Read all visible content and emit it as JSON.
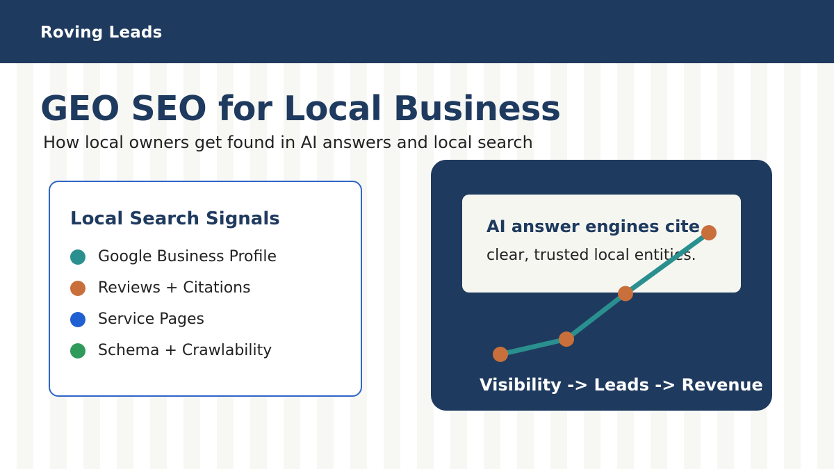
{
  "header": {
    "brand": "Roving Leads",
    "bg_color": "#1f3a5f"
  },
  "hero": {
    "title": "GEO SEO for Local Business",
    "subtitle": "How local owners get found in AI answers and local search"
  },
  "signals": {
    "title": "Local Search Signals",
    "items": [
      {
        "label": "Google Business Profile",
        "color": "#2a8f8f"
      },
      {
        "label": "Reviews + Citations",
        "color": "#c96f3b"
      },
      {
        "label": "Service Pages",
        "color": "#1f5fd1"
      },
      {
        "label": "Schema + Crawlability",
        "color": "#2f9a5a"
      }
    ]
  },
  "ai_panel": {
    "card_title": "AI answer engines cite",
    "card_text": "clear, trusted local entities.",
    "caption": "Visibility -> Leads -> Revenue",
    "trend_values": [
      1,
      2,
      5,
      9
    ],
    "line_color": "#2a8f8f",
    "point_color": "#c96f3b"
  }
}
